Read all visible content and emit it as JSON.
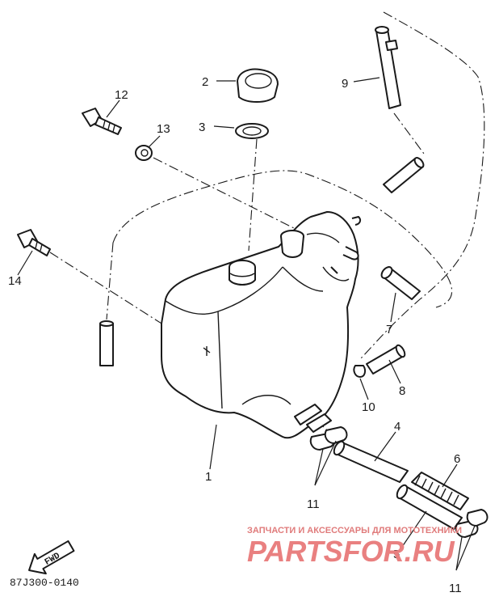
{
  "callouts": {
    "c1": "1",
    "c2": "2",
    "c3": "3",
    "c4": "4",
    "c5": "5",
    "c6": "6",
    "c7": "7",
    "c8": "8",
    "c9": "9",
    "c10": "10",
    "c11a": "11",
    "c11b": "11",
    "c12": "12",
    "c13": "13",
    "c14": "14"
  },
  "drawing_code": "87J300-0140",
  "fwd_label": "FWD",
  "watermark": {
    "caption": "ЗАПЧАСТИ И АКСЕССУАРЫ ДЛЯ МОТОТЕХНИКИ",
    "logo": "PARTSFOR.RU"
  }
}
